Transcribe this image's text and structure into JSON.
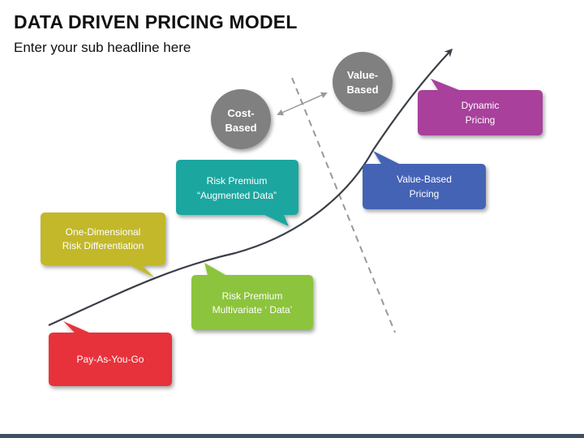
{
  "title": "DATA DRIVEN PRICING MODEL",
  "subtitle": "Enter your sub headline here",
  "circles": {
    "cost_based": {
      "line1": "Cost-",
      "line2": "Based",
      "color": "#808080"
    },
    "value_based": {
      "line1": "Value-",
      "line2": "Based",
      "color": "#808080"
    }
  },
  "bubbles": {
    "pay_as_you_go": {
      "line1": "Pay-As-You-Go",
      "line2": "",
      "color": "#e8303a"
    },
    "one_dimensional": {
      "line1": "One-Dimensional",
      "line2": "Risk Differentiation",
      "color": "#c2b82a"
    },
    "risk_premium_multivariate": {
      "line1": "Risk Premium",
      "line2": "Multivariate ‘ Data’",
      "color": "#8cc43c"
    },
    "risk_premium_augmented": {
      "line1": "Risk Premium",
      "line2": "“Augmented Data”",
      "color": "#1aa6a0"
    },
    "value_based_pricing": {
      "line1": "Value-Based",
      "line2": "Pricing",
      "color": "#4463b5"
    },
    "dynamic_pricing": {
      "line1": "Dynamic",
      "line2": "Pricing",
      "color": "#a8409c"
    }
  },
  "colors": {
    "curve": "#3a3f47",
    "divider": "#999999",
    "footer": "#3d4f63"
  }
}
